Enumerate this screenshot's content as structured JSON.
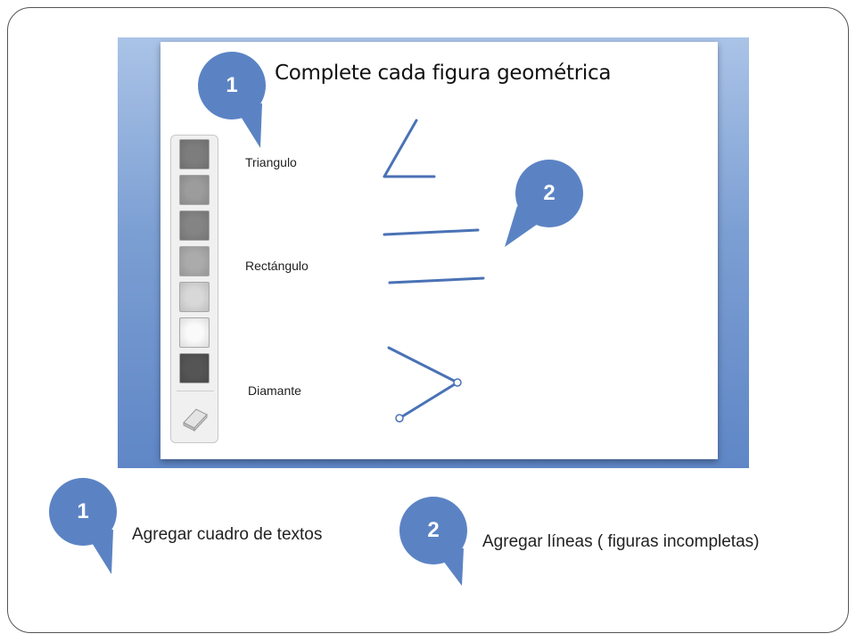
{
  "slide": {
    "title": "Complete cada figura geométrica",
    "labels": {
      "triangle": "Triangulo",
      "rectangle": "Rectángulo",
      "diamond": "Diamante"
    }
  },
  "palette": {
    "swatches": [
      "#7d7d7d",
      "#9c9c9c",
      "#848484",
      "#ababab",
      "#d8d8d8",
      "#fafafa",
      "#555555"
    ],
    "tools": [
      "eraser-icon"
    ]
  },
  "callouts": {
    "top_1": "1",
    "top_2": "2",
    "bottom_1": "1",
    "bottom_2": "2"
  },
  "captions": {
    "text_box": "Agregar cuadro de textos",
    "lines": "Agregar líneas ( figuras incompletas)"
  },
  "colors": {
    "callout_fill": "#5b83c4",
    "line_color": "#4a72b5",
    "screenshot_bg": "#7c9fd3"
  }
}
